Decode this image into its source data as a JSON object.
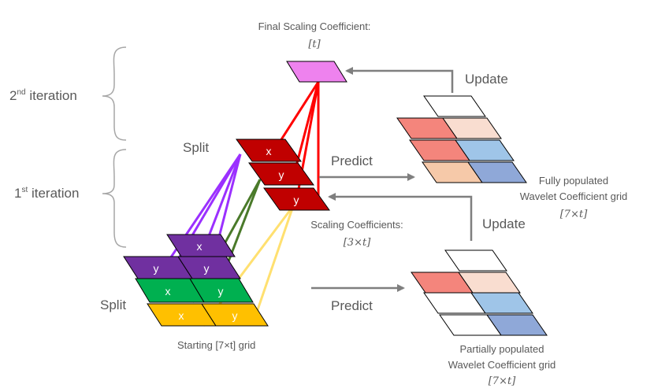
{
  "title": {
    "final_coef": "Final Scaling Coefficient:",
    "final_coef_dim": "[t]"
  },
  "iterations": {
    "second_prefix": "2",
    "second_sup": "nd",
    "second_suffix": " iteration",
    "first_prefix": "1",
    "first_sup": "st",
    "first_suffix": " iteration"
  },
  "labels": {
    "split_top": "Split",
    "split_bottom": "Split",
    "predict_top": "Predict",
    "predict_bottom": "Predict",
    "update_top": "Update",
    "update_bottom": "Update",
    "scaling_coefs": "Scaling Coefficients:",
    "scaling_coefs_dim": "[3×t]",
    "starting_grid": "Starting [7×t] grid",
    "fully_line1": "Fully populated",
    "fully_line2": "Wavelet Coefficient grid",
    "fully_dim": "[7×t]",
    "partial_line1": "Partially populated",
    "partial_line2": "Wavelet Coefficient grid",
    "partial_dim": "[7×t]"
  },
  "cells": {
    "x": "x",
    "y": "y"
  },
  "colors": {
    "magenta": "#ee82ee",
    "dark_red": "#c00000",
    "purple": "#7030a0",
    "green": "#00b050",
    "gold": "#ffc000",
    "red_line": "#ff0000",
    "purple_line": "#9b30ff",
    "green_line": "#4a7a2a",
    "yellow_line": "#ffe070",
    "salmon": "#f4857c",
    "peach": "#f9ddd0",
    "light_peach": "#f6c9a9",
    "blue": "#9fc5e8",
    "slate_blue": "#8fa8d8",
    "arrow": "#7f7f7f"
  }
}
